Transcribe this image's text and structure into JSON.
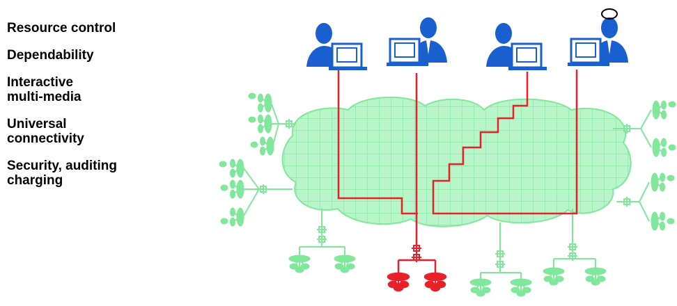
{
  "features": [
    "Resource control",
    "Dependability",
    "Interactive\nmulti-media",
    "Universal\nconnectivity",
    "Security, auditing\ncharging"
  ],
  "colors": {
    "network_cloud": "#b8f5c8",
    "network_grid": "#7fe89a",
    "peripheral": "#7fe89a",
    "active_connection": "#e8202a",
    "user": "#1a5fd0",
    "text": "#000000"
  },
  "icons": {
    "users": [
      "user-woman-icon",
      "user-man-icon",
      "user-woman-icon",
      "user-man-icon"
    ],
    "annotation": "halo-icon"
  }
}
